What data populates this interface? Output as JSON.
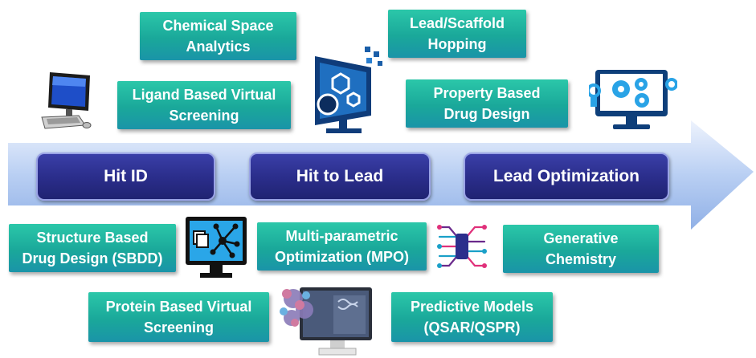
{
  "colors": {
    "box_teal": "#1fb0a0",
    "stage_indigo": "#2b2e8c",
    "arrow_blue": "#a9c4ef",
    "icon_navy": "#1a2c5a"
  },
  "arrow": {
    "stages": [
      "Hit ID",
      "Hit to Lead",
      "Lead Optimization"
    ]
  },
  "top_boxes": [
    {
      "lines": [
        "Chemical Space",
        "Analytics"
      ]
    },
    {
      "lines": [
        "Lead/Scaffold",
        "Hopping"
      ]
    },
    {
      "lines": [
        "Ligand Based Virtual",
        "Screening"
      ]
    },
    {
      "lines": [
        "Property Based",
        "Drug Design"
      ]
    }
  ],
  "bottom_boxes": [
    {
      "lines": [
        "Structure Based",
        "Drug Design (SBDD)"
      ]
    },
    {
      "lines": [
        "Multi-parametric",
        "Optimization (MPO)"
      ]
    },
    {
      "lines": [
        "Generative",
        "Chemistry"
      ]
    },
    {
      "lines": [
        "Protein Based Virtual",
        "Screening"
      ]
    },
    {
      "lines": [
        "Predictive Models",
        "(QSAR/QSPR)"
      ]
    }
  ],
  "icons": [
    "desktop-computer-icon",
    "molecule-monitor-icon",
    "gear-monitor-icon",
    "network-monitor-icon",
    "neural-circuit-icon",
    "protein-monitor-icon"
  ]
}
